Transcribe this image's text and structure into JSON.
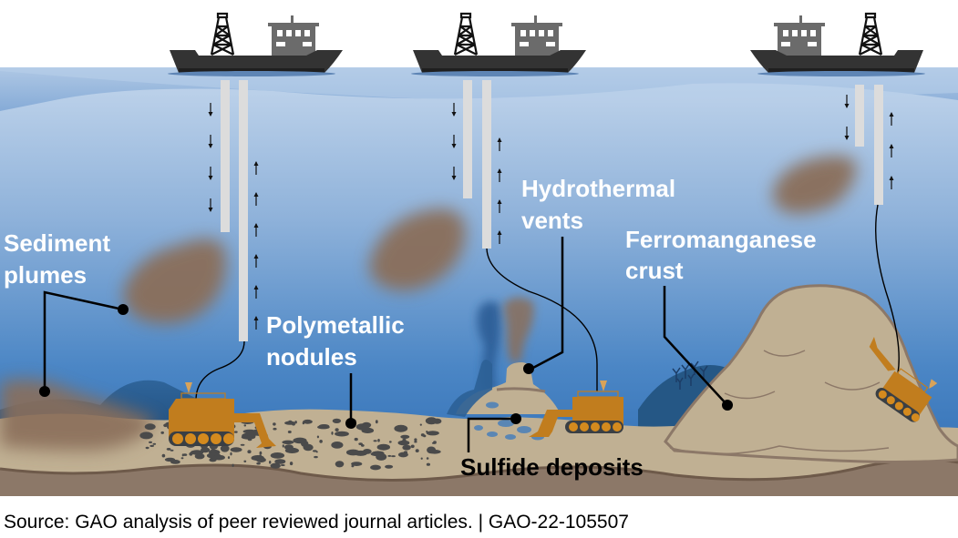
{
  "figure": {
    "type": "illustration",
    "subject": "Deep seabed mining operations and environmental effects"
  },
  "labels": {
    "sediment_plumes_line1": "Sediment",
    "sediment_plumes_line2": "plumes",
    "polymetallic_line1": "Polymetallic",
    "polymetallic_line2": "nodules",
    "hydrothermal_line1": "Hydrothermal",
    "hydrothermal_line2": "vents",
    "ferromanganese_line1": "Ferromanganese",
    "ferromanganese_line2": "crust",
    "sulfide_deposits": "Sulfide deposits"
  },
  "elements": {
    "ships": 3,
    "seafloor_collectors": 3,
    "riser_pipes": "down arrows (discharge) and up arrows (lift)"
  },
  "footer": {
    "source": "Source: GAO analysis of peer reviewed journal articles.  |  GAO-22-105507"
  },
  "colors": {
    "ocean_top": "#b9cfe8",
    "ocean_bottom": "#2f6fb5",
    "sand": "#c0b093",
    "mud": "#8c7868",
    "plume": "#8a6e5a",
    "collector": "#c17d1e",
    "ship_hull": "#333333",
    "ship_cabin": "#6b6b6b",
    "pipe": "#dcdcdc"
  }
}
